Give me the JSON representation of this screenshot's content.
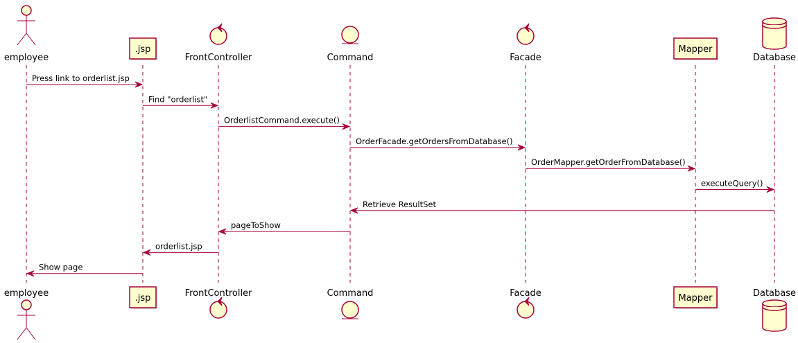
{
  "colors": {
    "line": "#A80036",
    "box_fill": "#FEFECE",
    "text": "#000000"
  },
  "participants": [
    {
      "id": "employee",
      "label": "employee",
      "kind": "actor"
    },
    {
      "id": "jsp",
      "label": ".jsp",
      "kind": "participant"
    },
    {
      "id": "frontcontroller",
      "label": "FrontController",
      "kind": "control"
    },
    {
      "id": "command",
      "label": "Command",
      "kind": "entity"
    },
    {
      "id": "facade",
      "label": "Facade",
      "kind": "control"
    },
    {
      "id": "mapper",
      "label": "Mapper",
      "kind": "participant"
    },
    {
      "id": "database",
      "label": "Database",
      "kind": "database"
    }
  ],
  "messages": [
    {
      "from": "employee",
      "to": "jsp",
      "label": "Press link to orderlist.jsp"
    },
    {
      "from": "jsp",
      "to": "frontcontroller",
      "label": "Find \"orderlist\""
    },
    {
      "from": "frontcontroller",
      "to": "command",
      "label": "OrderlistCommand.execute()"
    },
    {
      "from": "command",
      "to": "facade",
      "label": "OrderFacade.getOrdersFromDatabase()"
    },
    {
      "from": "facade",
      "to": "mapper",
      "label": "OrderMapper.getOrderFromDatabase()"
    },
    {
      "from": "mapper",
      "to": "database",
      "label": "executeQuery()"
    },
    {
      "from": "database",
      "to": "command",
      "label": "Retrieve ResultSet"
    },
    {
      "from": "command",
      "to": "frontcontroller",
      "label": "pageToShow"
    },
    {
      "from": "frontcontroller",
      "to": "jsp",
      "label": "orderlist.jsp"
    },
    {
      "from": "jsp",
      "to": "employee",
      "label": "Show page"
    }
  ]
}
